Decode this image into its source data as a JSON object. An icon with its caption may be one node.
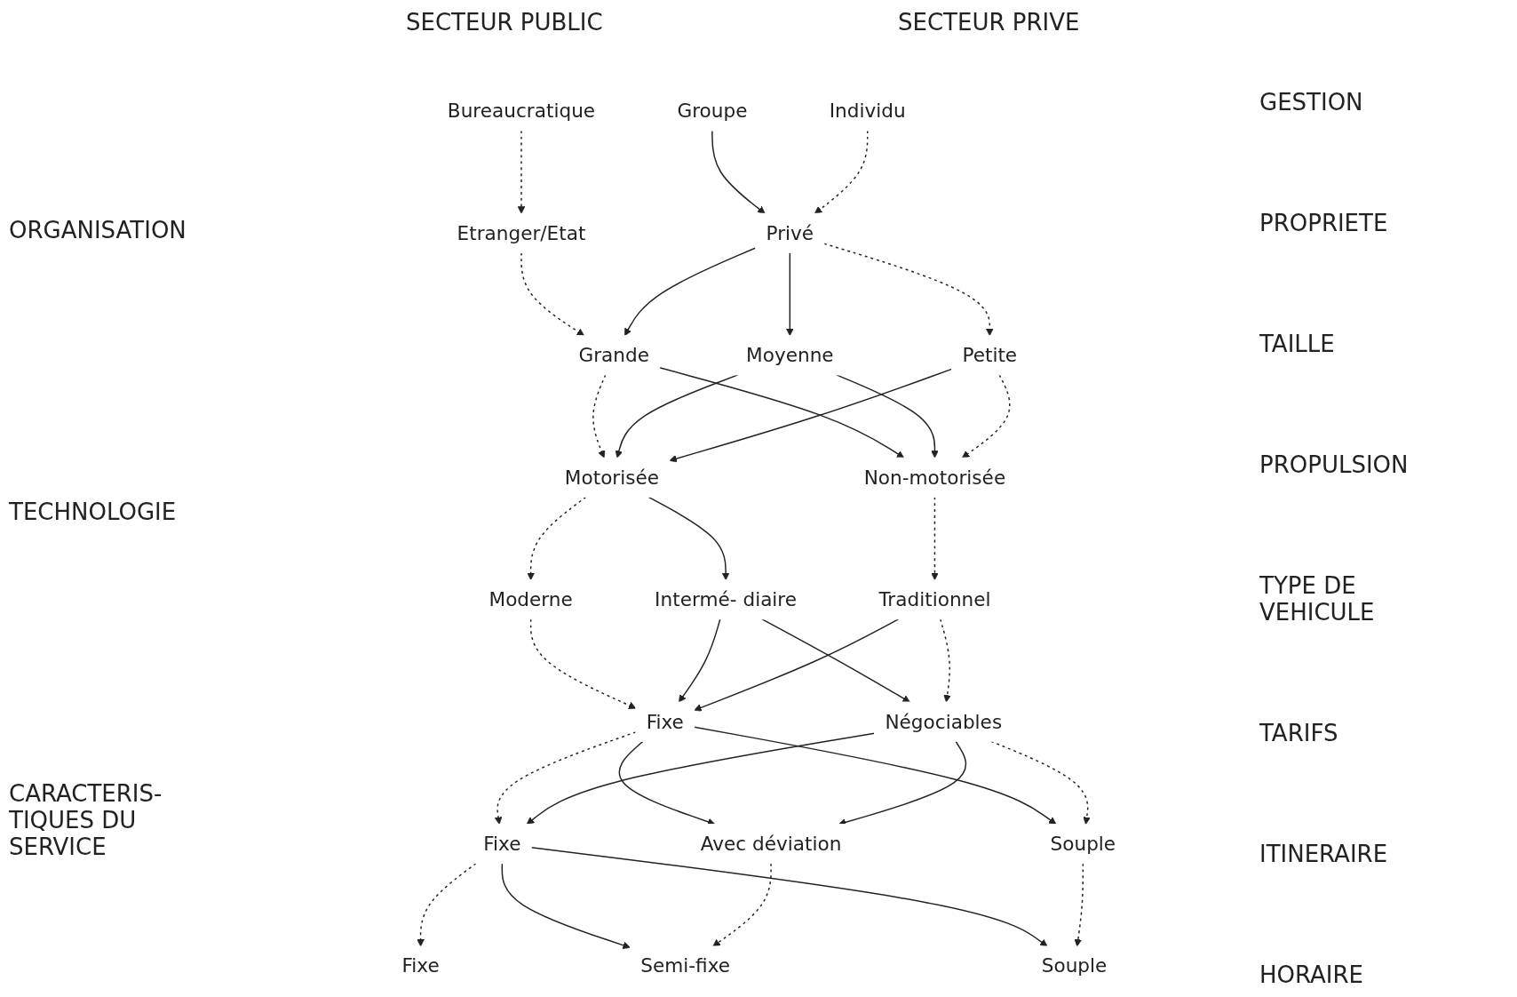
{
  "diagram": {
    "nodes": [
      {
        "text": [
          "Bureaucratique"
        ]
      },
      {
        "text": [
          "Groupe"
        ]
      },
      {
        "text": [
          "Individu"
        ]
      },
      {
        "text": [
          "Etranger/Etat"
        ]
      },
      {
        "text": [
          "Privé"
        ]
      },
      {
        "text": [
          "Grande"
        ]
      },
      {
        "text": [
          "Moyenne"
        ]
      },
      {
        "text": [
          "Petite"
        ]
      },
      {
        "text": [
          "Motorisée"
        ]
      },
      {
        "text": [
          "Non-motorisée"
        ]
      },
      {
        "text": [
          "Moderne"
        ]
      },
      {
        "text": [
          "Intermé- diaire"
        ]
      },
      {
        "text": [
          "Traditionnel"
        ]
      },
      {
        "text": [
          "Fixe"
        ]
      },
      {
        "text": [
          "Négociables"
        ]
      },
      {
        "text": [
          "Fixe"
        ]
      },
      {
        "text": [
          "Avec déviation"
        ]
      },
      {
        "text": [
          "Souple"
        ]
      },
      {
        "text": [
          "Fixe"
        ]
      },
      {
        "text": [
          "Semi-fixe"
        ]
      },
      {
        "text": [
          "Souple"
        ]
      }
    ],
    "edges": [
      {
        "from": 0,
        "to": 3,
        "arrow": "to",
        "style": "dashed"
      },
      {
        "from": 1,
        "to": 4,
        "arrow": "to"
      },
      {
        "from": 2,
        "to": 4,
        "arrow": "to",
        "style": "dashed"
      },
      {
        "from": 3,
        "to": 5,
        "arrow": "to",
        "style": "dashed"
      },
      {
        "from": 4,
        "to": 5,
        "arrow": "to"
      },
      {
        "from": 4,
        "to": 6,
        "arrow": "to"
      },
      {
        "from": 4,
        "to": 7,
        "arrow": "to",
        "style": "dashed"
      },
      {
        "from": 5,
        "to": 8,
        "arrow": "to",
        "style": "dashed"
      },
      {
        "from": 5,
        "to": 9,
        "arrow": "to"
      },
      {
        "from": 6,
        "to": 8,
        "arrow": "to"
      },
      {
        "from": 6,
        "to": 9,
        "arrow": "to"
      },
      {
        "from": 7,
        "to": 8,
        "arrow": "to"
      },
      {
        "from": 7,
        "to": 9,
        "arrow": "to",
        "style": "dashed"
      },
      {
        "from": 8,
        "to": 10,
        "arrow": "to",
        "style": "dashed"
      },
      {
        "from": 8,
        "to": 11,
        "arrow": "to"
      },
      {
        "from": 9,
        "to": 12,
        "arrow": "to",
        "style": "dashed"
      },
      {
        "from": 10,
        "to": 13,
        "arrow": "to",
        "style": "dashed"
      },
      {
        "from": 11,
        "to": 13,
        "arrow": "to"
      },
      {
        "from": 12,
        "to": 13,
        "arrow": "to"
      },
      {
        "from": 11,
        "to": 14,
        "arrow": "to"
      },
      {
        "from": 12,
        "to": 14,
        "arrow": "to",
        "style": "dashed"
      },
      {
        "from": 13,
        "to": 15,
        "arrow": "to",
        "style": "dashed"
      },
      {
        "from": 13,
        "to": 16,
        "arrow": "to"
      },
      {
        "from": 13,
        "to": 17,
        "arrow": "to"
      },
      {
        "from": 14,
        "to": 15,
        "arrow": "to"
      },
      {
        "from": 14,
        "to": 16,
        "arrow": "to"
      },
      {
        "from": 14,
        "to": 17,
        "arrow": "to",
        "style": "dashed"
      },
      {
        "from": 15,
        "to": 18,
        "arrow": "to",
        "style": "dashed"
      },
      {
        "from": 15,
        "to": 19,
        "arrow": "to"
      },
      {
        "from": 15,
        "to": 20,
        "arrow": "to"
      },
      {
        "from": 16,
        "to": 19,
        "arrow": "to",
        "style": "dashed"
      },
      {
        "from": 17,
        "to": 20,
        "arrow": "to",
        "style": "dashed"
      }
    ],
    "labels": [
      "SECTEUR PUBLIC",
      "SECTEUR PRIVE",
      "GESTION",
      "ORGANISATION",
      "PROPRIETE",
      "TAILLE",
      "PROPULSION",
      "TECHNOLOGIE",
      "TYPE DE VEHICULE",
      "CARACTERIS- TIQUES DU SERVICE",
      "TARIFS",
      "ITINERAIRE",
      "HORAIRE"
    ]
  }
}
